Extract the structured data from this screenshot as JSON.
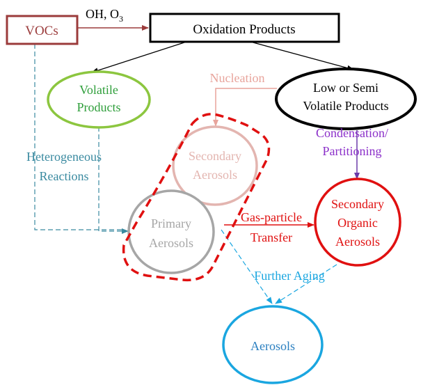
{
  "diagram": {
    "nodes": {
      "vocs": {
        "label": "VOCs",
        "color": "#9b3b3b"
      },
      "oxidation_products": {
        "label": "Oxidation Products",
        "color": "#000000"
      },
      "volatile_products": {
        "line1": "Volatile",
        "line2": "Products",
        "color": "#8cc63f",
        "text_color": "#2e9e3a"
      },
      "low_semi_volatile": {
        "line1": "Low or Semi",
        "line2": "Volatile Products",
        "color": "#000000"
      },
      "secondary_aerosols": {
        "line1": "Secondary",
        "line2": "Aerosols",
        "color": "#e3b5b0"
      },
      "primary_aerosols": {
        "line1": "Primary",
        "line2": "Aerosols",
        "color": "#a6a6a6"
      },
      "soa": {
        "line1": "Secondary",
        "line2": "Organic",
        "line3": "Aerosols",
        "color": "#e01010"
      },
      "aerosols": {
        "label": "Aerosols",
        "color": "#1aa6e0",
        "text_color": "#2a7fc0"
      }
    },
    "edges": {
      "oh_o3": {
        "text": "OH, O",
        "sub": "3",
        "color": "#9b3b3b"
      },
      "nucleation": {
        "label": "Nucleation",
        "color": "#e8a49c"
      },
      "condensation": {
        "line1": "Condensation/",
        "line2": "Partitioning",
        "color": "#8b2fc9"
      },
      "heterogeneous": {
        "line1": "Heterogeneous",
        "line2": "Reactions",
        "color": "#3a8aa0"
      },
      "gas_particle": {
        "line1": "Gas-particle",
        "line2": "Transfer",
        "color": "#e01010"
      },
      "further_aging": {
        "label": "Further Aging",
        "color": "#1aa6e0"
      }
    },
    "group_outline_color": "#e01010"
  }
}
